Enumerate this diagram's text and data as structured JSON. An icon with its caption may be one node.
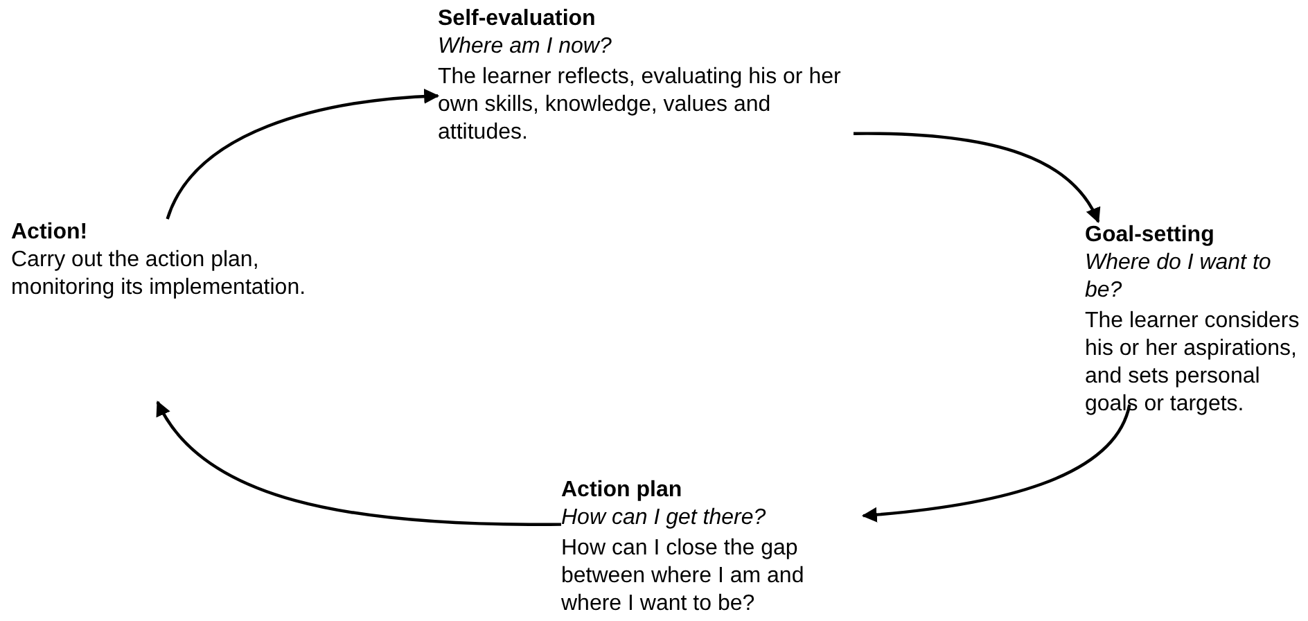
{
  "diagram": {
    "nodes": [
      {
        "text": [
          "Self-evaluation",
          "Where am I now?",
          "The learner reflects, evaluating his or her own skills, knowledge, values and attitudes."
        ]
      },
      {
        "text": [
          "Goal-setting",
          "Where do I want to be?",
          "The learner considers his or her aspirations, and sets personal goals or targets."
        ]
      },
      {
        "text": [
          "Action plan",
          "How can I get there?",
          "How can I close the gap between where I am and where I want to be?"
        ]
      },
      {
        "text": [
          "Action!",
          "Carry out the action plan, monitoring its implementation."
        ]
      }
    ],
    "edges": [
      {
        "from": 3,
        "to": 0,
        "arrow": "to"
      },
      {
        "from": 0,
        "to": 1,
        "arrow": "to"
      },
      {
        "from": 1,
        "to": 2,
        "arrow": "to"
      },
      {
        "from": 2,
        "to": 3,
        "arrow": "to"
      }
    ]
  }
}
